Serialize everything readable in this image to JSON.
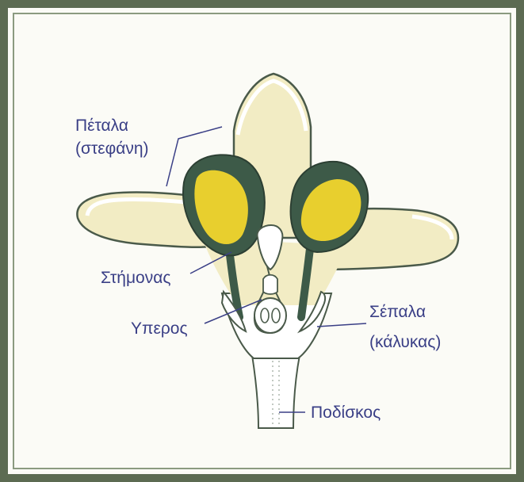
{
  "labels": {
    "petals_line1": "Πέταλα",
    "petals_line2": "(στεφάνη)",
    "stamens": "Στήμονας",
    "pistil": "Υπερος",
    "sepals_line1": "Σέπαλα",
    "sepals_line2": "(κάλυκας)",
    "pedicel": "Ποδίσκος"
  },
  "colors": {
    "frame": "#5c6b52",
    "background": "#fbfbf6",
    "petal_fill": "#f2ecc4",
    "anther_dark": "#3d5a48",
    "pollen_yellow": "#e8cf2e",
    "label_text": "#3a3f86",
    "outline": "#4a5a4a"
  }
}
